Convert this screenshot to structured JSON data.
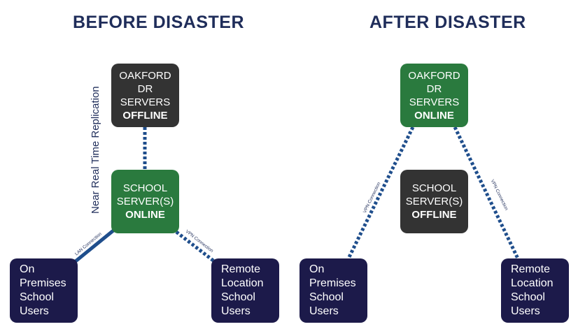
{
  "before": {
    "title": "BEFORE DISASTER",
    "server_top": {
      "line1": "OAKFORD DR",
      "line2": "SERVERS",
      "status": "OFFLINE"
    },
    "server_mid": {
      "line1": "SCHOOL",
      "line2": "SERVER(S)",
      "status": "ONLINE"
    },
    "replication_label": "Near Real Time Replication",
    "lan_label": "LAN Connection",
    "vpn_label": "VPN Connection",
    "users_left": {
      "line1": "On",
      "line2": "Premises",
      "line3": "School",
      "line4": "Users"
    },
    "users_right": {
      "line1": "Remote",
      "line2": "Location",
      "line3": "School",
      "line4": "Users"
    }
  },
  "after": {
    "title": "AFTER DISASTER",
    "server_top": {
      "line1": "OAKFORD DR",
      "line2": "SERVERS",
      "status": "ONLINE"
    },
    "server_mid": {
      "line1": "SCHOOL",
      "line2": "SERVER(S)",
      "status": "OFFLINE"
    },
    "vpn_label_left": "VPN Connection",
    "vpn_label_right": "VPN Connection",
    "users_left": {
      "line1": "On",
      "line2": "Premises",
      "line3": "School",
      "line4": "Users"
    },
    "users_right": {
      "line1": "Remote",
      "line2": "Location",
      "line3": "School",
      "line4": "Users"
    }
  },
  "colors": {
    "green": "#2a7a3e",
    "dark": "#333333",
    "navy": "#1c1a4a",
    "line": "#1f4e8c",
    "title": "#1f2d5a"
  }
}
